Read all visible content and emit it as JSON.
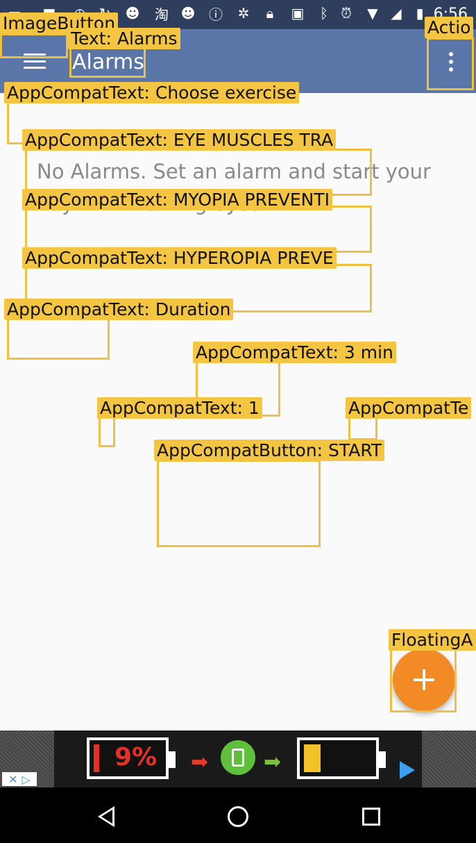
{
  "status_bar": {
    "time": "6:56",
    "icons": [
      "messages-icon",
      "notification-icon",
      "timer-icon",
      "sync-icon",
      "smiley-icon",
      "taobao-icon",
      "smiley-icon",
      "info-icon",
      "fan-icon",
      "lock-icon",
      "android-icon",
      "bluetooth-icon",
      "alarm-icon",
      "wifi-icon",
      "no-signal-icon",
      "battery-charging-icon"
    ]
  },
  "app_bar": {
    "title": "Alarms"
  },
  "empty_state": {
    "message_line1": "No Alarms. Set an alarm and start your",
    "message_line2": "day with training eyes"
  },
  "overlay_labels": {
    "image_button": "ImageButton",
    "text_alarms": "Text: Alarms",
    "action": "Actio",
    "choose_exercise": "AppCompatText: Choose exercise",
    "eye_muscles": "AppCompatText: EYE MUSCLES TRA",
    "myopia": "AppCompatText: MYOPIA PREVENTI",
    "hyperopia": "AppCompatText: HYPEROPIA PREVE",
    "duration": "AppCompatText: Duration",
    "three_min": "AppCompatText: 3 min",
    "one": "AppCompatText: 1",
    "app_compat_te": "AppCompatTe",
    "start": "AppCompatButton: START",
    "floating": "FloatingA"
  },
  "ad": {
    "battery_percent": "9%"
  },
  "colors": {
    "status_bar": "#2f3e5c",
    "app_bar": "#5a76a8",
    "fab": "#f28a25",
    "highlight": "#f4c542"
  }
}
